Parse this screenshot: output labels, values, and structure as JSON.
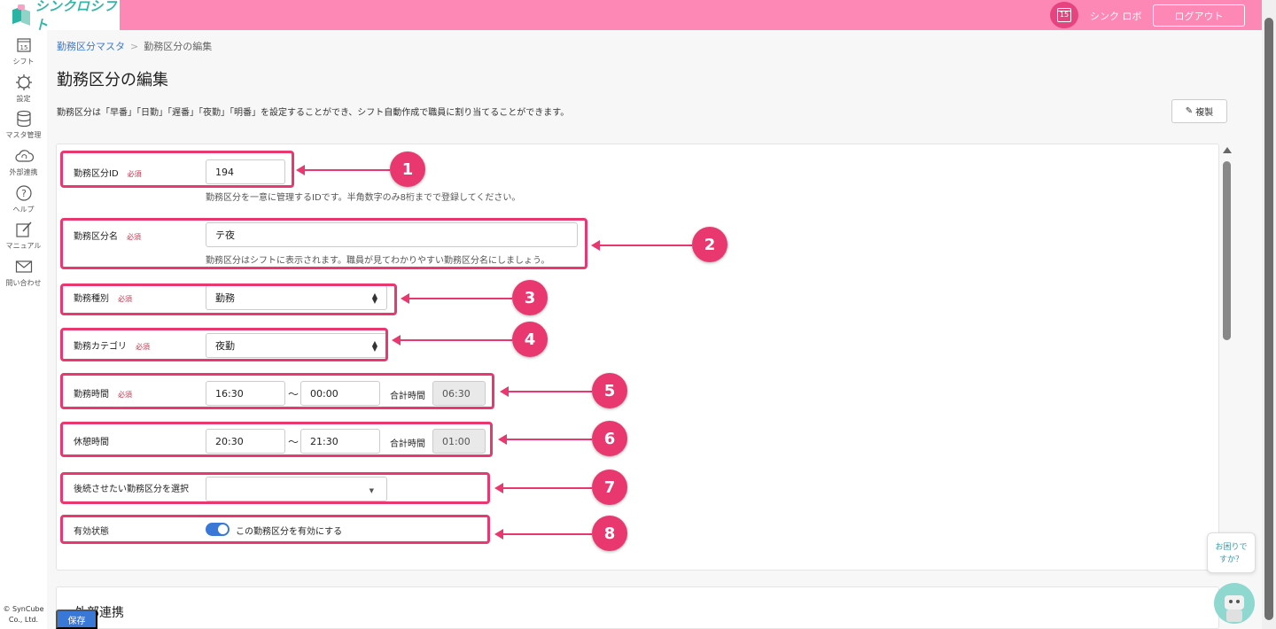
{
  "header": {
    "logo_text": "シンクロシフト",
    "calendar_day": "15",
    "user_name": "シンク ロボ",
    "logout_label": "ログアウト"
  },
  "sidebar": {
    "items": [
      {
        "label": "シフト",
        "icon": "calendar-icon",
        "day": "15"
      },
      {
        "label": "設定",
        "icon": "gear-icon"
      },
      {
        "label": "マスタ管理",
        "icon": "database-icon"
      },
      {
        "label": "外部連携",
        "icon": "cloud-sync-icon"
      },
      {
        "label": "ヘルプ",
        "icon": "help-icon"
      },
      {
        "label": "マニュアル",
        "icon": "edit-note-icon"
      },
      {
        "label": "問い合わせ",
        "icon": "mail-icon"
      }
    ],
    "copyright_line1": "© SynCube",
    "copyright_line2": "Co., Ltd."
  },
  "breadcrumb": {
    "parent": "勤務区分マスタ",
    "separator": ">",
    "current": "勤務区分の編集"
  },
  "page": {
    "title": "勤務区分の編集",
    "description": "勤務区分は「早番」「日勤」「遅番」「夜勤」「明番」を設定することができ、シフト自動作成で職員に割り当てることができます。",
    "copy_label": "複製"
  },
  "form": {
    "required_label": "必須",
    "id": {
      "label": "勤務区分ID",
      "value": "194",
      "hint": "勤務区分を一意に管理するIDです。半角数字のみ8桁までで登録してください。"
    },
    "name": {
      "label": "勤務区分名",
      "value": "テ夜",
      "hint": "勤務区分はシフトに表示されます。職員が見てわかりやすい勤務区分名にしましょう。"
    },
    "type": {
      "label": "勤務種別",
      "value": "勤務"
    },
    "category": {
      "label": "勤務カテゴリ",
      "value": "夜勤"
    },
    "work_time": {
      "label": "勤務時間",
      "start": "16:30",
      "end": "00:00",
      "total_label": "合計時間",
      "total": "06:30"
    },
    "break_time": {
      "label": "休憩時間",
      "start": "20:30",
      "end": "21:30",
      "total_label": "合計時間",
      "total": "01:00"
    },
    "following": {
      "label": "後続させたい勤務区分を選択",
      "value": ""
    },
    "status": {
      "label": "有効状態",
      "toggle_label": "この勤務区分を有効にする",
      "enabled": true
    },
    "tilde": "〜"
  },
  "section2": {
    "title": "外部連携"
  },
  "actions": {
    "save_label": "保存"
  },
  "help": {
    "line1": "お困りで",
    "line2": "すか？"
  },
  "annotations": [
    "1",
    "2",
    "3",
    "4",
    "5",
    "6",
    "7",
    "8"
  ],
  "colors": {
    "header": "#fe88b5",
    "highlight": "#e8386f",
    "accent": "#3a78d8",
    "brand": "#35b5a8"
  }
}
